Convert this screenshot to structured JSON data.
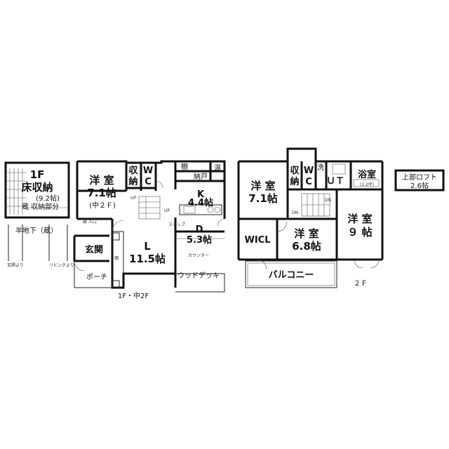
{
  "basement": {
    "title": "1F",
    "name": "床収納",
    "size": "(9.2帖)",
    "storage_note": "蔵 収納部分",
    "caption": "半地下（蔵）",
    "left_note": "玄関より",
    "right_note": "リビングより"
  },
  "floor1": {
    "caption": "1F・中2F",
    "bedroom": {
      "name": "洋 室",
      "size": "7.1帖",
      "note": "(中２Ｆ)"
    },
    "closet": {
      "top": "収",
      "bottom": "納"
    },
    "wc": {
      "top": "W",
      "bottom": "C"
    },
    "nando": "納戸",
    "water_heater": "温",
    "shelf_kitchen": "棚",
    "kitchen": {
      "name": "K",
      "size": "4.4帖"
    },
    "dining": {
      "name": "D",
      "size": "5.3帖"
    },
    "living": {
      "name": "L",
      "size": "11.5帖"
    },
    "entrance": "玄関",
    "porch": "ポーチ",
    "deck": "ウッドデッキ",
    "counter": "カウンター",
    "step": "ステップ",
    "shelf_entrance": "棚",
    "storage_entry": "蔵\n入口",
    "up_stairs": "UP",
    "up_kitchen": "UP"
  },
  "floor2": {
    "caption": "２Ｆ",
    "bedroom_a": {
      "name": "洋 室",
      "size": "7.1帖"
    },
    "closet": {
      "top": "収",
      "bottom": "納"
    },
    "wc": {
      "top": "W",
      "bottom": "C"
    },
    "wash": "洗",
    "ut": "ＵＴ",
    "bath": {
      "name": "浴室",
      "size": "(1.2坪)"
    },
    "wicl": "WICL",
    "bedroom_b": {
      "name": "洋 室",
      "size": "6.8帖"
    },
    "bedroom_c": {
      "name": "洋 室",
      "size": "９ 帖"
    },
    "balcony": "バルコニー",
    "dn_a": "DN",
    "dn_b": "DN"
  },
  "loft": {
    "name": "上部ロフト",
    "size": "2.6帖"
  }
}
